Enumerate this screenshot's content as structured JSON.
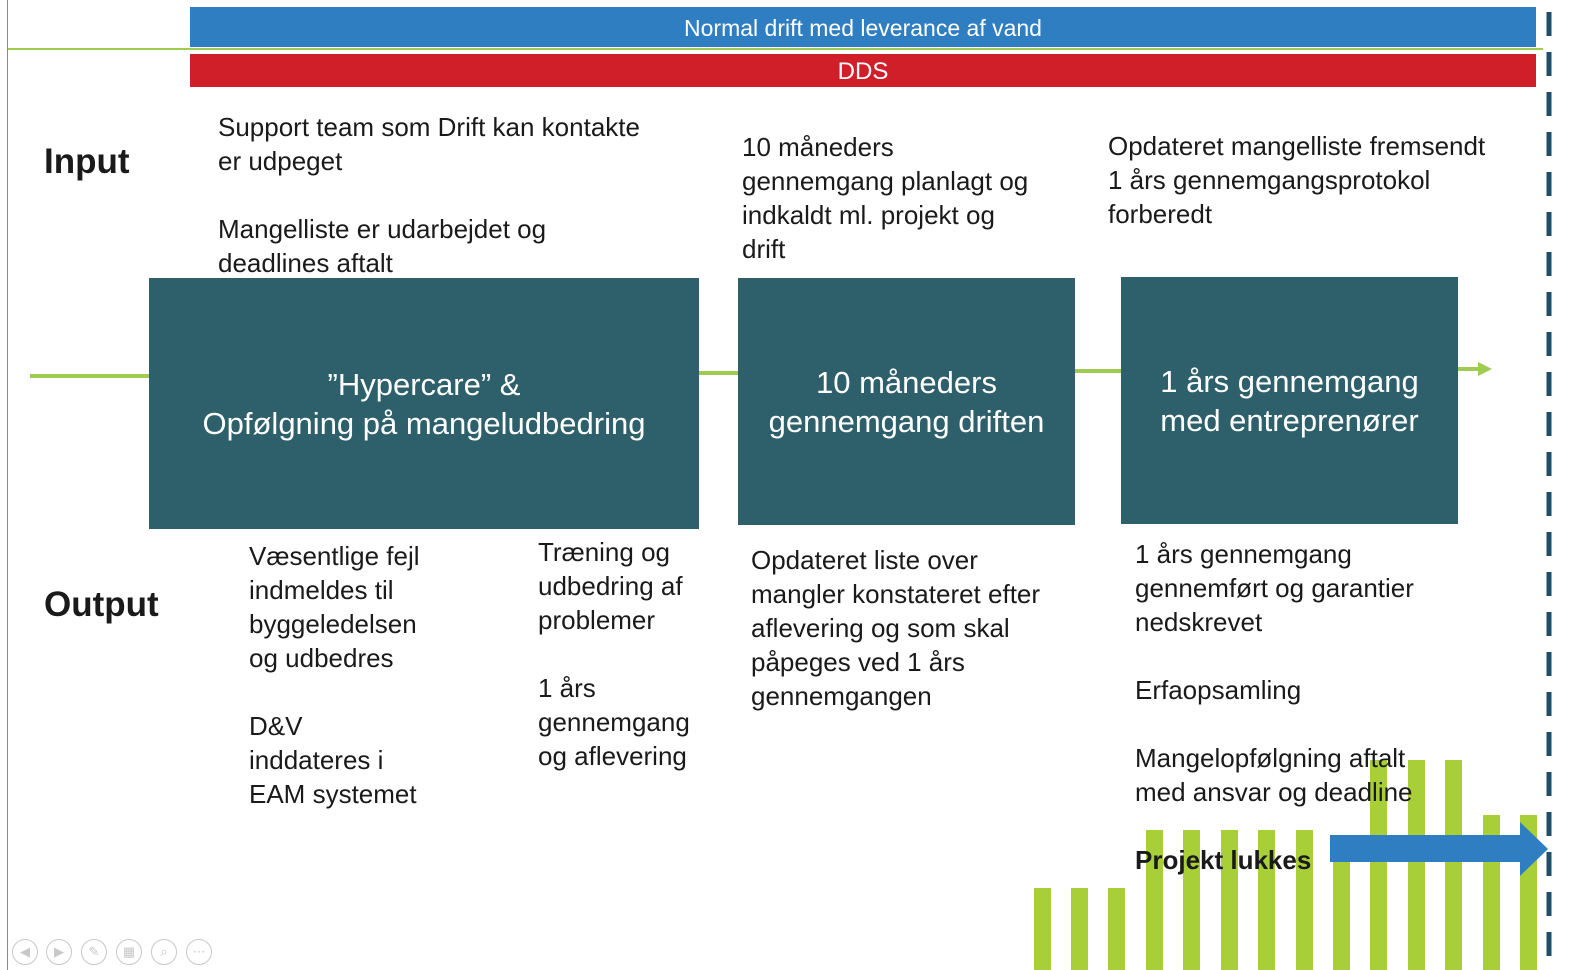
{
  "bars": {
    "top_label": "Normal drift med leverance af vand",
    "second_label": "DDS"
  },
  "rows": {
    "input_label": "Input",
    "output_label": "Output"
  },
  "inputs": {
    "col1": "Support team som Drift kan kontakte\ner udpeget\n\nMangelliste er udarbejdet og\ndeadlines aftalt",
    "col2": "10 måneders\ngennemgang planlagt og\nindkaldt ml. projekt og\ndrift",
    "col3": "Opdateret mangelliste fremsendt\n1 års gennemgangsprotokol\nforberedt"
  },
  "phases": [
    {
      "label": "”Hypercare” &\nOpfølgning på mangeludbedring"
    },
    {
      "label": "10 måneders\ngennemgang driften"
    },
    {
      "label": "1 års gennemgang\nmed entreprenører"
    }
  ],
  "outputs": {
    "col1a": "Væsentlige fejl\nindmeldes til\nbyggeledelsen\nog udbedres\n\nD&V\ninddateres i\nEAM systemet",
    "col1b": "Træning og\nudbedring af\nproblemer\n\n1 års\ngennemgang\nog aflevering",
    "col2": "Opdateret liste over\nmangler konstateret efter\naflevering og som skal\npåpeges ved 1 års\ngennemgangen",
    "col3": "1 års gennemgang\ngennemført og garantier\nnedskrevet\n\nErfaopsamling\n\nMangelopfølgning aftalt\nmed ansvar og deadline",
    "closing": "Projekt lukkes"
  },
  "colors": {
    "blue_bar": "#2f7ec2",
    "red_bar": "#d11f2a",
    "phase_box": "#2e606b",
    "timeline": "#9fcb4e",
    "green_bars": "#a9cf38",
    "arrow_blue": "#2f7ec2",
    "dashed_line": "#1f4e6b"
  },
  "icons": [
    "back-icon",
    "forward-icon",
    "pen-icon",
    "slides-icon",
    "zoom-icon",
    "more-icon"
  ]
}
